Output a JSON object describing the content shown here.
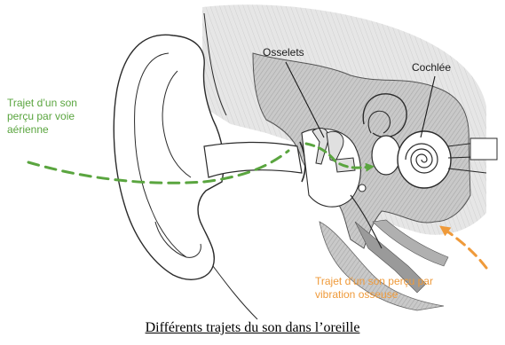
{
  "labels": {
    "osselets": "Osselets",
    "cochlee": "Cochlée",
    "air_path": [
      "Trajet d’un son",
      "perçu par voie",
      "aérienne"
    ],
    "bone_path": [
      "Trajet d’un son perçu par",
      "vibration osseuse"
    ]
  },
  "caption": "Différents trajets du son dans l’oreille",
  "colors": {
    "air_path": "#5aa53f",
    "bone_path": "#ef9a3a",
    "tissue_shading": "#bdbdbd",
    "outline": "#2b2b2b"
  },
  "icons": {
    "air_arrow": "dashed-arrow-right",
    "bone_arrow": "dashed-arrow-up-left"
  }
}
